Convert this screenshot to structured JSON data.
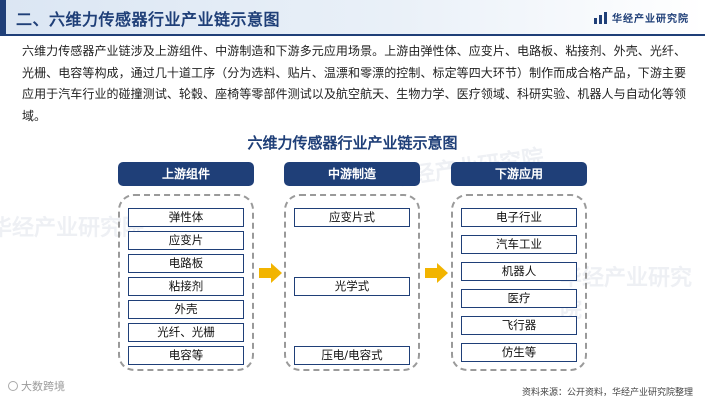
{
  "header": {
    "section_title": "二、六维力传感器行业产业链示意图",
    "brand_icon": "bar-chart-logo-icon",
    "brand_name": "华经产业研究院"
  },
  "intro": {
    "text": "六维力传感器产业链涉及上游组件、中游制造和下游多元应用场景。上游由弹性体、应变片、电路板、粘接剂、外壳、光纤、光栅、电容等构成，通过几十道工序（分为选料、贴片、温漂和零漂的控制、标定等四大环节）制作而成合格产品，下游主要应用于汽车行业的碰撞测试、轮毂、座椅等零部件测试以及航空航天、生物力学、医疗领域、科研实验、机器人与自动化等领域。"
  },
  "diagram": {
    "title": "六维力传感器行业产业链示意图",
    "arrow_icon": "right-arrow-icon",
    "columns": [
      {
        "header": "上游组件",
        "items": [
          "弹性体",
          "应变片",
          "电路板",
          "粘接剂",
          "外壳",
          "光纤、光栅",
          "电容等"
        ]
      },
      {
        "header": "中游制造",
        "items": [
          "应变片式",
          "光学式",
          "压电/电容式"
        ]
      },
      {
        "header": "下游应用",
        "items": [
          "电子行业",
          "汽车工业",
          "机器人",
          "医疗",
          "飞行器",
          "仿生等"
        ]
      }
    ]
  },
  "footer": {
    "source": "资料来源：公开资料，华经产业研究院整理",
    "watermark_small": "大数跨境",
    "watermark_large": "华经产业研究院"
  },
  "colors": {
    "primary": "#1f3f78",
    "arrow": "#f2b400",
    "frame": "#9a9a9a"
  }
}
